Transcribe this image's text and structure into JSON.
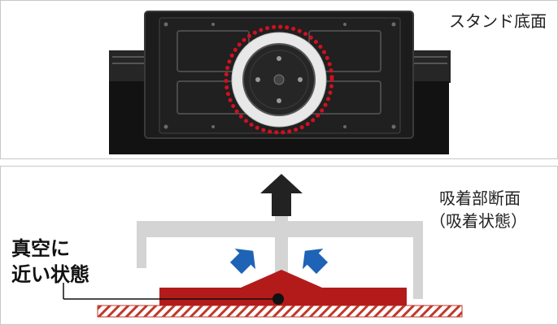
{
  "labels": {
    "stand_bottom": "スタンド底面",
    "section_title": "吸着部断面",
    "section_subtitle": "（吸着状態）",
    "vacuum_line1": "真空に",
    "vacuum_line2": "近い状態"
  },
  "colors": {
    "panel_border": "#c8c8c8",
    "device_body": "#1c1c1c",
    "suction_ring": "#e8e8e8",
    "dotted_ring": "#d01020",
    "stand_gray": "#d4d4d4",
    "pad_red": "#b31b1b",
    "surface_hatch": "#c0392b",
    "arrow_blue": "#1e63b5",
    "arrow_dark": "#222222"
  },
  "icons": [
    "up-arrow-icon",
    "down-right-arrow-icon",
    "down-left-arrow-icon"
  ]
}
